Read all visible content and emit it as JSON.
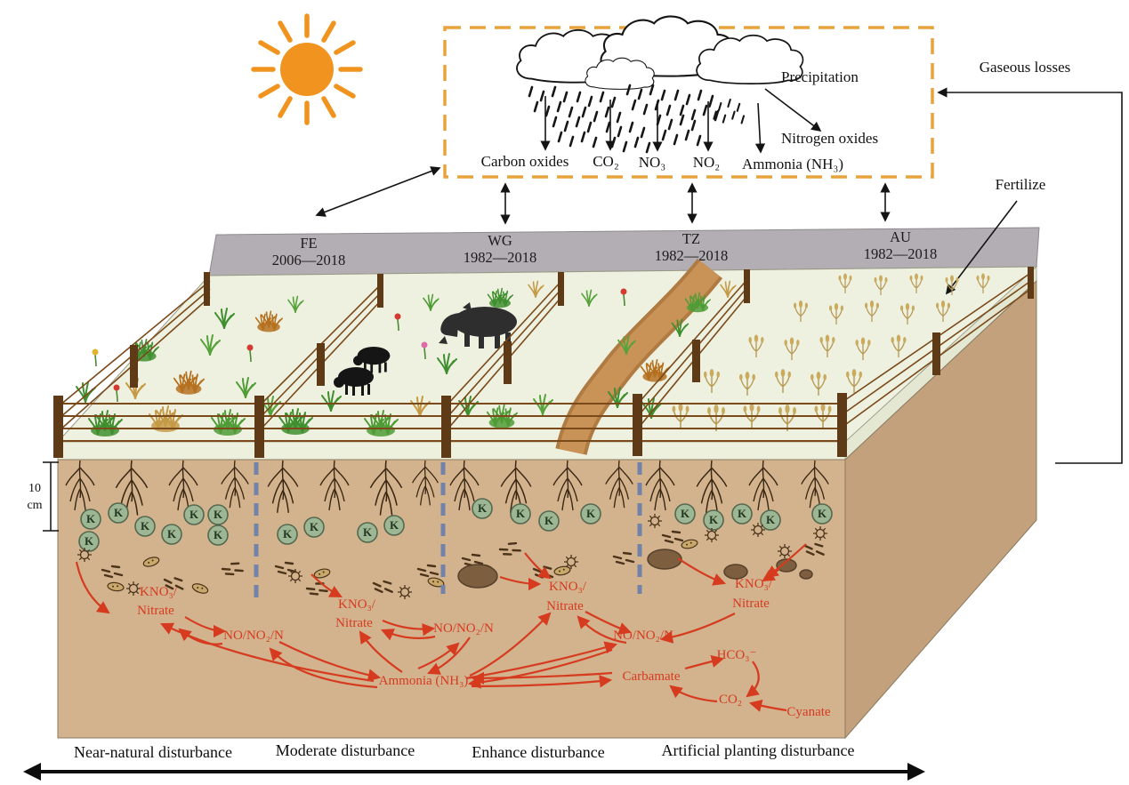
{
  "atmosphere": {
    "precipitation": "Precipitation",
    "nitrogen_oxides": "Nitrogen oxides",
    "gaseous_losses": "Gaseous losses",
    "fertilize": "Fertilize",
    "deposition": {
      "carbon_oxides": "Carbon oxides",
      "co2": "CO₂",
      "no3": "NO₃",
      "no2": "NO₂",
      "ammonia": "Ammonia (NH₃)"
    }
  },
  "plots": [
    {
      "code": "FE",
      "years": "2006—2018",
      "disturbance": "Near-natural disturbance"
    },
    {
      "code": "WG",
      "years": "1982—2018",
      "disturbance": "Moderate disturbance"
    },
    {
      "code": "TZ",
      "years": "1982—2018",
      "disturbance": "Enhance disturbance"
    },
    {
      "code": "AU",
      "years": "1982—2018",
      "disturbance": "Artificial planting disturbance"
    }
  ],
  "soil": {
    "depth_scale": {
      "value": "10",
      "unit": "cm"
    },
    "k_label": "K",
    "chemicals": {
      "kno3_line1": "KNO₃/",
      "kno3_line2": "Nitrate",
      "no_no2_n": "NO/NO₂/N",
      "ammonia": "Ammonia (NH₃)",
      "carbamate": "Carbamate",
      "hco3": "HCO₃⁻",
      "co2": "CO₂",
      "cyanate": "Cyanate"
    }
  },
  "colors": {
    "sun": "#F0941F",
    "dashed_box": "#E8A33D",
    "arrow_red": "#D63B1F",
    "soil_front": "#D3B28E",
    "soil_side": "#C2A17C",
    "grass_surface": "#EEF1E0",
    "band_gray": "#B3AEB3",
    "fence": "#5E3A17",
    "k_circle": "#9DB794",
    "divider_blue": "#7382A8",
    "trail": "#C49157"
  }
}
